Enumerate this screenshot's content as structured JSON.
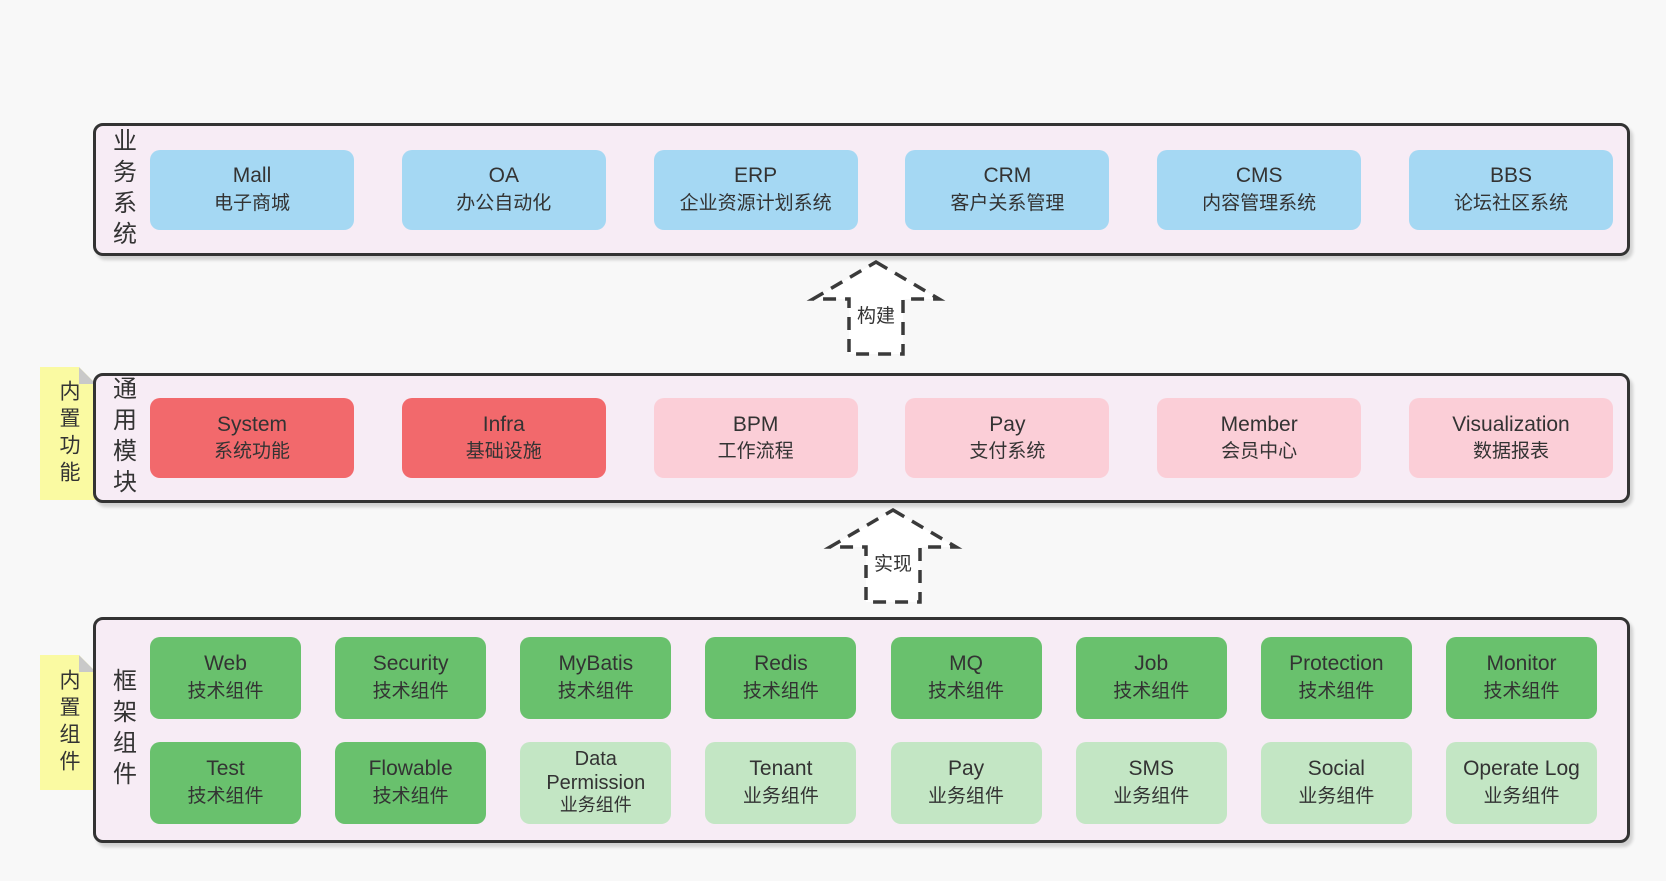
{
  "colors": {
    "page_bg": "#f8f8f8",
    "panel_bg": "#f7ecf5",
    "panel_border": "#333333",
    "text": "#333333",
    "box_blue": "#a5d8f3",
    "box_red": "#f2696c",
    "box_pink": "#fbced7",
    "box_green": "#69c16d",
    "box_green_light": "#c3e6c4",
    "sticky_yellow": "#fafaa2",
    "sticky_fold": "#c9c9c9",
    "arrow_stroke": "#3a3a3a",
    "arrow_fill": "#ffffff"
  },
  "arrows": [
    {
      "label": "构建"
    },
    {
      "label": "实现"
    }
  ],
  "sections": {
    "business": {
      "label": "业务系统",
      "boxes": [
        {
          "en": "Mall",
          "zh": "电子商城",
          "variant": "blue"
        },
        {
          "en": "OA",
          "zh": "办公自动化",
          "variant": "blue"
        },
        {
          "en": "ERP",
          "zh": "企业资源计划系统",
          "variant": "blue"
        },
        {
          "en": "CRM",
          "zh": "客户关系管理",
          "variant": "blue"
        },
        {
          "en": "CMS",
          "zh": "内容管理系统",
          "variant": "blue"
        },
        {
          "en": "BBS",
          "zh": "论坛社区系统",
          "variant": "blue"
        }
      ]
    },
    "modules": {
      "label": "通用模块",
      "sticky": "内置功能",
      "boxes": [
        {
          "en": "System",
          "zh": "系统功能",
          "variant": "red"
        },
        {
          "en": "Infra",
          "zh": "基础设施",
          "variant": "red"
        },
        {
          "en": "BPM",
          "zh": "工作流程",
          "variant": "pink"
        },
        {
          "en": "Pay",
          "zh": "支付系统",
          "variant": "pink"
        },
        {
          "en": "Member",
          "zh": "会员中心",
          "variant": "pink"
        },
        {
          "en": "Visualization",
          "zh": "数据报表",
          "variant": "pink"
        }
      ]
    },
    "components": {
      "label": "框架组件",
      "sticky": "内置组件",
      "rows": [
        [
          {
            "en": "Web",
            "zh": "技术组件",
            "variant": "green"
          },
          {
            "en": "Security",
            "zh": "技术组件",
            "variant": "green"
          },
          {
            "en": "MyBatis",
            "zh": "技术组件",
            "variant": "green"
          },
          {
            "en": "Redis",
            "zh": "技术组件",
            "variant": "green"
          },
          {
            "en": "MQ",
            "zh": "技术组件",
            "variant": "green"
          },
          {
            "en": "Job",
            "zh": "技术组件",
            "variant": "green"
          },
          {
            "en": "Protection",
            "zh": "技术组件",
            "variant": "green"
          },
          {
            "en": "Monitor",
            "zh": "技术组件",
            "variant": "green"
          }
        ],
        [
          {
            "en": "Test",
            "zh": "技术组件",
            "variant": "green"
          },
          {
            "en": "Flowable",
            "zh": "技术组件",
            "variant": "green"
          },
          {
            "en": "Data\nPermission",
            "zh": "业务组件",
            "variant": "green-light"
          },
          {
            "en": "Tenant",
            "zh": "业务组件",
            "variant": "green-light"
          },
          {
            "en": "Pay",
            "zh": "业务组件",
            "variant": "green-light"
          },
          {
            "en": "SMS",
            "zh": "业务组件",
            "variant": "green-light"
          },
          {
            "en": "Social",
            "zh": "业务组件",
            "variant": "green-light"
          },
          {
            "en": "Operate Log",
            "zh": "业务组件",
            "variant": "green-light"
          }
        ]
      ]
    }
  }
}
